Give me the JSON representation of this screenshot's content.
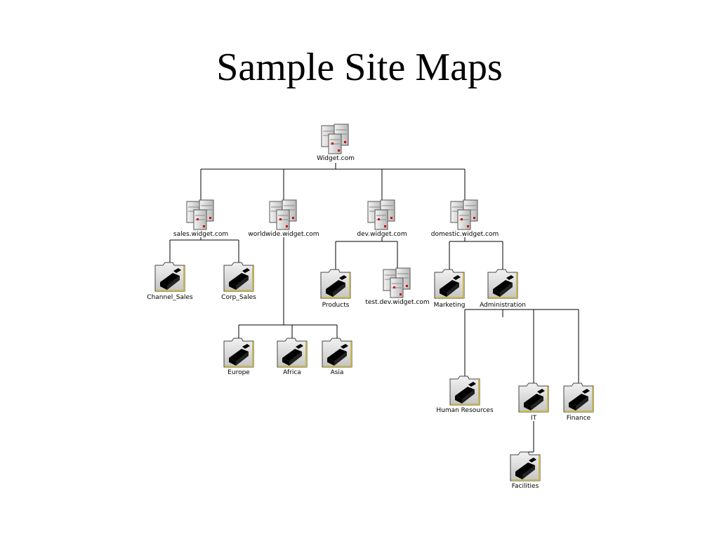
{
  "page": {
    "title": "Sample Site Maps"
  },
  "site_map": {
    "nodes": [
      {
        "id": "root",
        "label": "Widget.com",
        "kind": "server-icon"
      },
      {
        "id": "sales",
        "label": "sales.widget.com",
        "kind": "server-icon"
      },
      {
        "id": "worldwide",
        "label": "worldwide.widget.com",
        "kind": "server-icon"
      },
      {
        "id": "dev",
        "label": "dev.widget.com",
        "kind": "server-icon"
      },
      {
        "id": "domestic",
        "label": "domestic.widget.com",
        "kind": "server-icon"
      },
      {
        "id": "channel",
        "label": "Channel_Sales",
        "kind": "folder-icon"
      },
      {
        "id": "corp",
        "label": "Corp_Sales",
        "kind": "folder-icon"
      },
      {
        "id": "products",
        "label": "Products",
        "kind": "folder-icon"
      },
      {
        "id": "testdev",
        "label": "test.dev.widget.com",
        "kind": "server-icon"
      },
      {
        "id": "marketing",
        "label": "Marketing",
        "kind": "folder-icon"
      },
      {
        "id": "admin",
        "label": "Administration",
        "kind": "folder-icon"
      },
      {
        "id": "europe",
        "label": "Europe",
        "kind": "folder-icon"
      },
      {
        "id": "africa",
        "label": "Africa",
        "kind": "folder-icon"
      },
      {
        "id": "asia",
        "label": "Asia",
        "kind": "folder-icon"
      },
      {
        "id": "hr",
        "label": "Human Resources",
        "kind": "folder-icon"
      },
      {
        "id": "it",
        "label": "IT",
        "kind": "folder-icon"
      },
      {
        "id": "finance",
        "label": "Finance",
        "kind": "folder-icon"
      },
      {
        "id": "facilities",
        "label": "Facilities",
        "kind": "folder-icon"
      }
    ],
    "edges": [
      [
        "root",
        "sales"
      ],
      [
        "root",
        "worldwide"
      ],
      [
        "root",
        "dev"
      ],
      [
        "root",
        "domestic"
      ],
      [
        "sales",
        "channel"
      ],
      [
        "sales",
        "corp"
      ],
      [
        "worldwide",
        "europe"
      ],
      [
        "worldwide",
        "africa"
      ],
      [
        "worldwide",
        "asia"
      ],
      [
        "dev",
        "products"
      ],
      [
        "dev",
        "testdev"
      ],
      [
        "domestic",
        "marketing"
      ],
      [
        "domestic",
        "admin"
      ],
      [
        "admin",
        "hr"
      ],
      [
        "admin",
        "it"
      ],
      [
        "admin",
        "finance"
      ],
      [
        "it",
        "facilities"
      ]
    ]
  }
}
